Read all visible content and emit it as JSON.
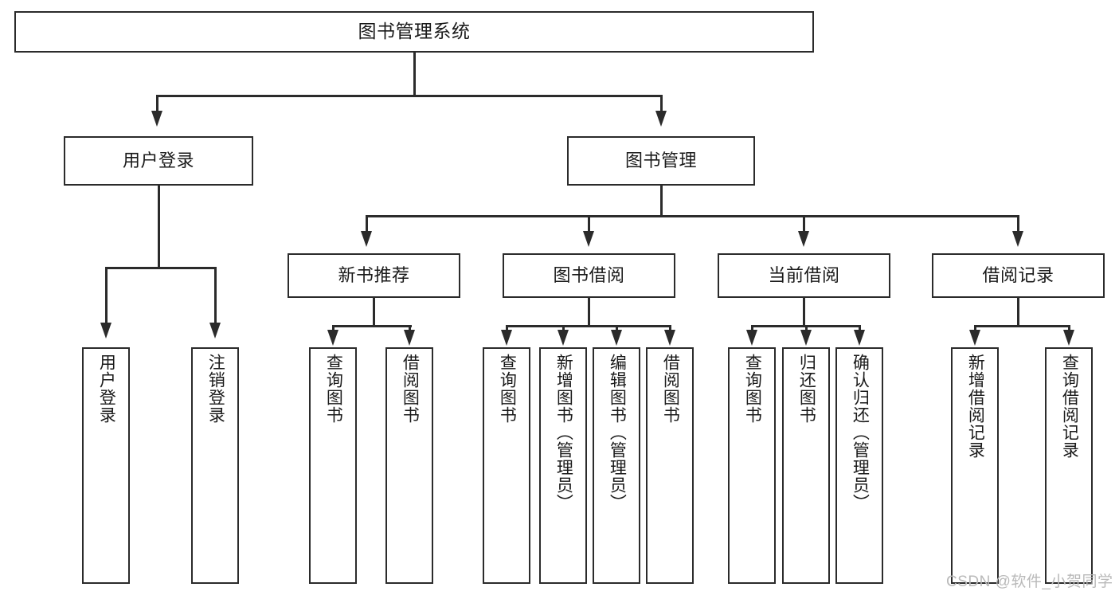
{
  "diagram": {
    "type": "tree-hierarchy-diagram",
    "title": "图书管理系统",
    "watermark": "CSDN @软件_小贺同学",
    "colors": {
      "stroke": "#2b2b2b",
      "fill": "#ffffff",
      "text": "#1a1a1a",
      "watermark": "#b9b9b9"
    },
    "nodes": {
      "root": {
        "label": "图书管理系统",
        "level": 0
      },
      "level1": [
        {
          "id": "user-login",
          "label": "用户登录"
        },
        {
          "id": "book-management",
          "label": "图书管理"
        }
      ],
      "level2": [
        {
          "id": "new-book-recommend",
          "label": "新书推荐",
          "parent": "book-management"
        },
        {
          "id": "book-borrow",
          "label": "图书借阅",
          "parent": "book-management"
        },
        {
          "id": "current-borrow",
          "label": "当前借阅",
          "parent": "book-management"
        },
        {
          "id": "borrow-record",
          "label": "借阅记录",
          "parent": "book-management"
        }
      ],
      "leaves": [
        {
          "id": "leaf-user-login",
          "label": "用户登录",
          "parent": "user-login"
        },
        {
          "id": "leaf-logout",
          "label": "注销登录",
          "parent": "user-login"
        },
        {
          "id": "leaf-query-book-1",
          "label": "查询图书",
          "parent": "new-book-recommend"
        },
        {
          "id": "leaf-borrow-book-1",
          "label": "借阅图书",
          "parent": "new-book-recommend"
        },
        {
          "id": "leaf-query-book-2",
          "label": "查询图书",
          "parent": "book-borrow"
        },
        {
          "id": "leaf-add-book",
          "label": "新增图书（管理员）",
          "parent": "book-borrow"
        },
        {
          "id": "leaf-edit-book",
          "label": "编辑图书（管理员）",
          "parent": "book-borrow"
        },
        {
          "id": "leaf-borrow-book-2",
          "label": "借阅图书",
          "parent": "book-borrow"
        },
        {
          "id": "leaf-query-book-3",
          "label": "查询图书",
          "parent": "current-borrow"
        },
        {
          "id": "leaf-return-book",
          "label": "归还图书",
          "parent": "current-borrow"
        },
        {
          "id": "leaf-confirm-return",
          "label": "确认归还（管理员）",
          "parent": "current-borrow"
        },
        {
          "id": "leaf-add-record",
          "label": "新增借阅记录",
          "parent": "borrow-record"
        },
        {
          "id": "leaf-query-record",
          "label": "查询借阅记录",
          "parent": "borrow-record"
        }
      ]
    }
  }
}
